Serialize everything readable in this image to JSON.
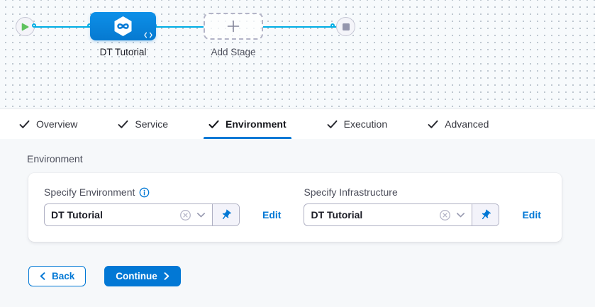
{
  "pipeline": {
    "stage_label": "DT Tutorial",
    "add_stage_label": "Add Stage"
  },
  "tabs": [
    {
      "label": "Overview",
      "checked": true,
      "active": false
    },
    {
      "label": "Service",
      "checked": true,
      "active": false
    },
    {
      "label": "Environment",
      "checked": true,
      "active": true
    },
    {
      "label": "Execution",
      "checked": true,
      "active": false
    },
    {
      "label": "Advanced",
      "checked": true,
      "active": false
    }
  ],
  "content": {
    "section_title": "Environment",
    "fields": [
      {
        "label": "Specify Environment",
        "value": "DT Tutorial",
        "edit": "Edit",
        "has_info_icon": true
      },
      {
        "label": "Specify Infrastructure",
        "value": "DT Tutorial",
        "edit": "Edit",
        "has_info_icon": false
      }
    ]
  },
  "footer": {
    "back": "Back",
    "continue": "Continue"
  },
  "colors": {
    "accent_blue": "#0278d5",
    "connector_cyan": "#00ade4",
    "node_blue": "#0b8ce4",
    "play_green": "#5fc25f",
    "content_bg": "#f6f8fa"
  }
}
